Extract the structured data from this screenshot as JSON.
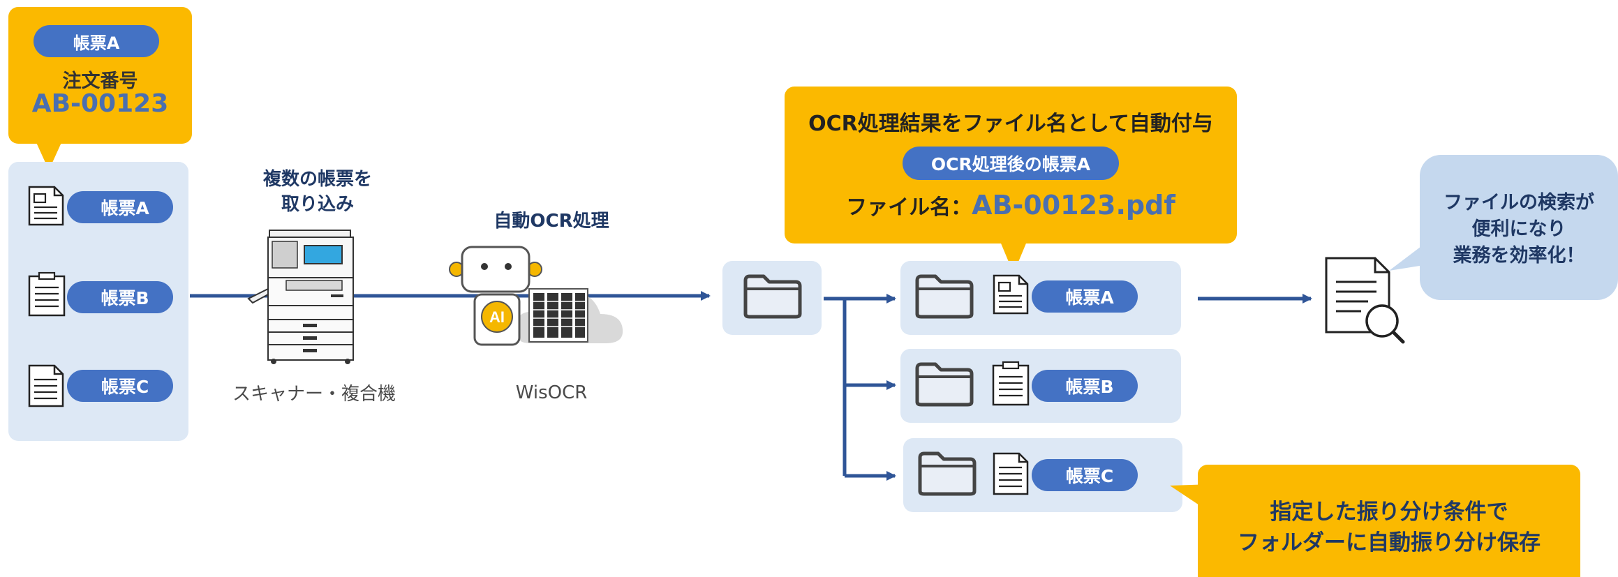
{
  "callout_source": {
    "badge": "帳票A",
    "order_label": "注文番号",
    "order_number": "AB-00123"
  },
  "source_docs": [
    {
      "label": "帳票A",
      "icon": "form-document-icon"
    },
    {
      "label": "帳票B",
      "icon": "clipboard-document-icon"
    },
    {
      "label": "帳票C",
      "icon": "text-document-icon"
    }
  ],
  "scanner": {
    "caption_top_1": "複数の帳票を",
    "caption_top_2": "取り込み",
    "caption_bottom": "スキャナー・複合機"
  },
  "ocr": {
    "caption_top": "自動OCR処理",
    "caption_bottom": "WisOCR"
  },
  "callout_result": {
    "title": "OCR処理結果をファイル名として自動付与",
    "badge": "OCR処理後の帳票A",
    "filename_label": "ファイル名：",
    "filename_value": "AB-00123.pdf"
  },
  "sorted_folders": [
    {
      "label": "帳票A"
    },
    {
      "label": "帳票B"
    },
    {
      "label": "帳票C"
    }
  ],
  "callout_search": {
    "line1": "ファイルの検索が",
    "line2": "便利になり",
    "line3": "業務を効率化！"
  },
  "callout_sort": {
    "line1": "指定した振り分け条件で",
    "line2": "フォルダーに自動振り分け保存"
  },
  "colors": {
    "accent_blue": "#4472c4",
    "navy_text": "#1f3864",
    "yellow": "#fbb900",
    "light_panel": "#dde8f5",
    "arrow": "#2f5597"
  }
}
